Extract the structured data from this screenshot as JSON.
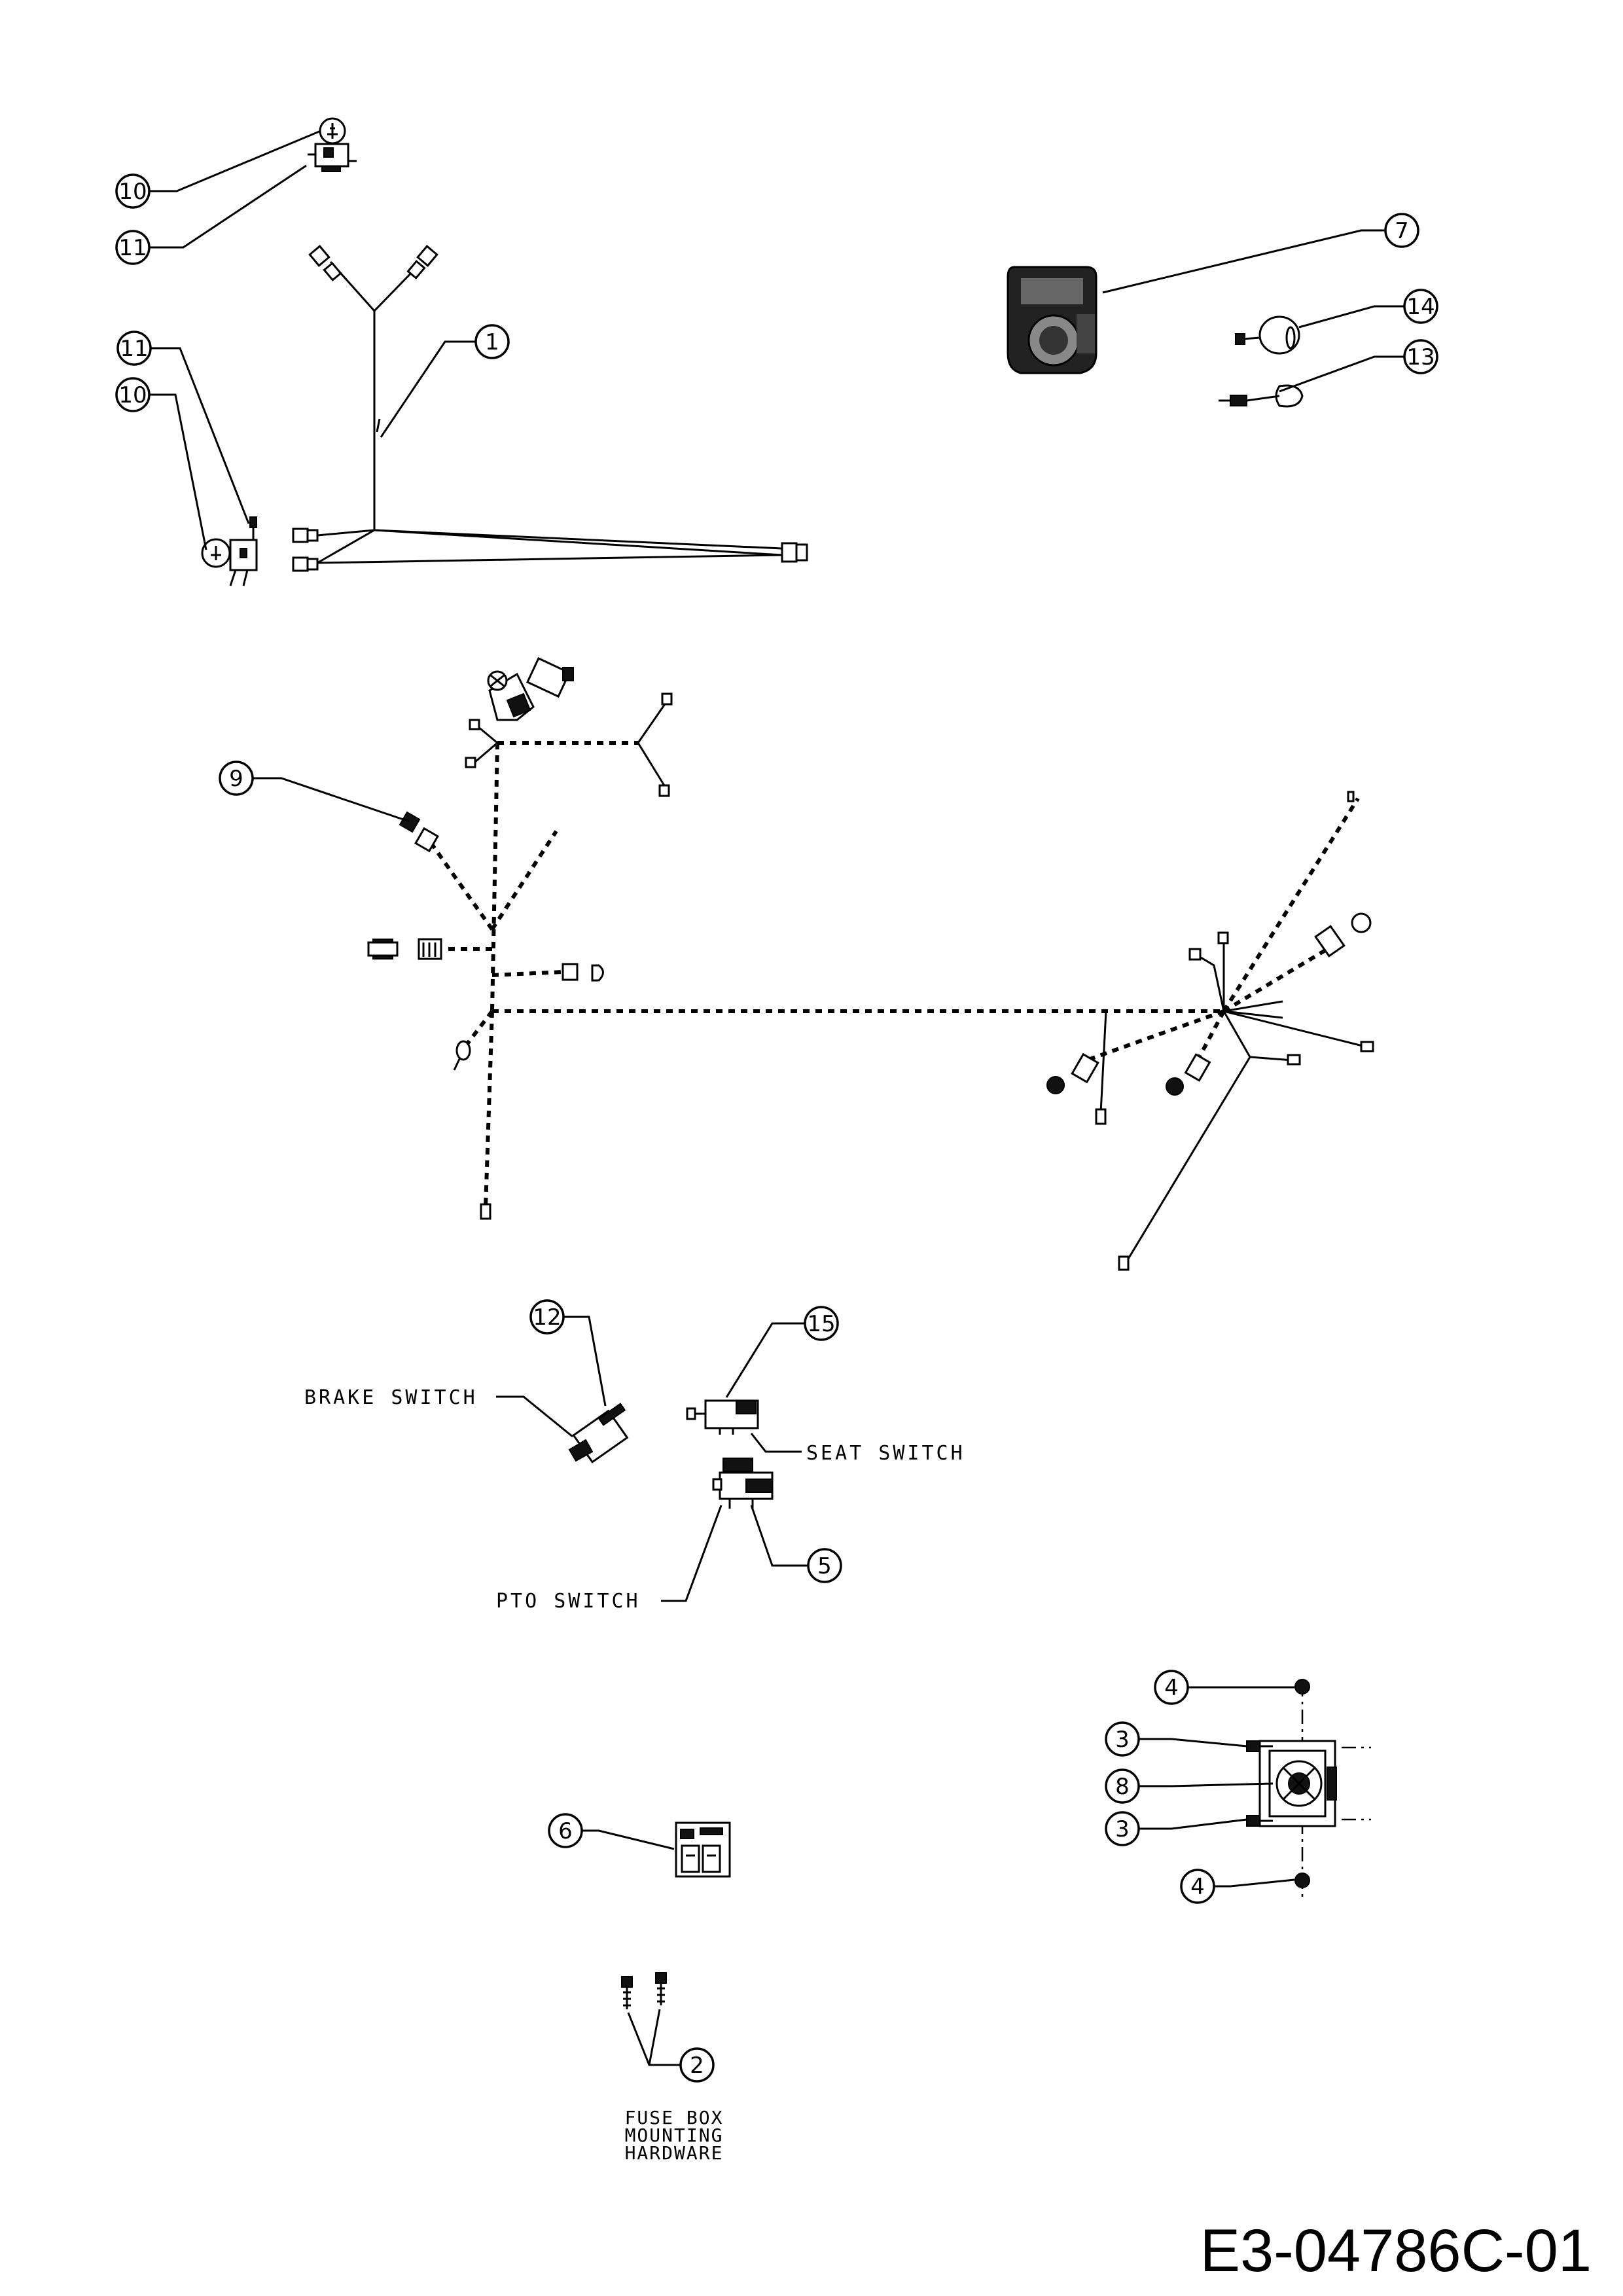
{
  "callouts": [
    "10",
    "11",
    "1",
    "11",
    "10",
    "7",
    "14",
    "13",
    "9",
    "12",
    "15",
    "5",
    "4",
    "3",
    "8",
    "3",
    "4",
    "6",
    "2"
  ],
  "labels": {
    "brake_switch": "BRAKE SWITCH",
    "seat_switch": "SEAT SWITCH",
    "pto_switch": "PTO SWITCH",
    "fuse_box_line1": "FUSE BOX",
    "fuse_box_line2": "MOUNTING",
    "fuse_box_line3": "HARDWARE"
  },
  "drawing_code": "E3-04786C-01"
}
